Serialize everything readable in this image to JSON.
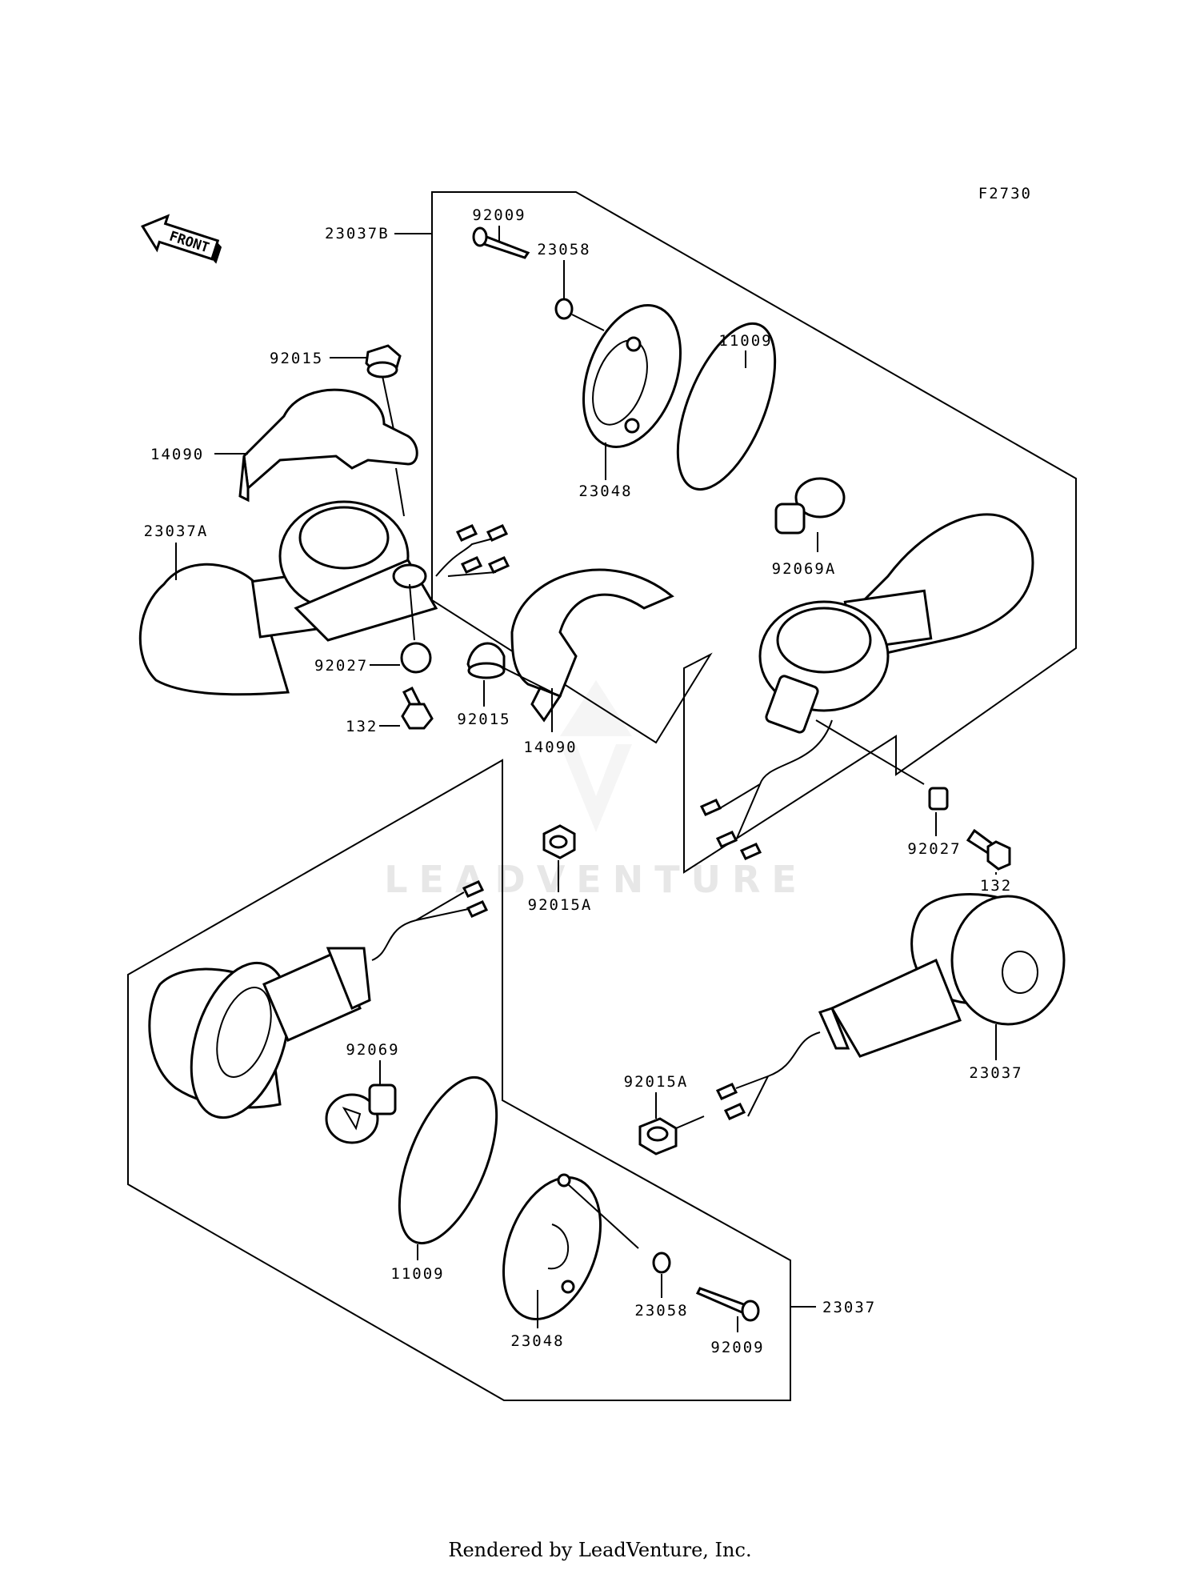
{
  "figure_code": "F2730",
  "front_label": "FRONT",
  "watermark": "LEADVENTURE",
  "footer": "Rendered by LeadVenture, Inc.",
  "parts": {
    "p92009_top": "92009",
    "p23058_top": "23058",
    "p23037B": "23037B",
    "p11009_top": "11009",
    "p92015_left": "92015",
    "p14090_left": "14090",
    "p23048_top": "23048",
    "p23037A": "23037A",
    "p92069A": "92069A",
    "p92027_left": "92027",
    "p92015_mid": "92015",
    "p132_left": "132",
    "p14090_mid": "14090",
    "p92027_right": "92027",
    "p132_right": "132",
    "p92015A_mid": "92015A",
    "p92069": "92069",
    "p23037_right": "23037",
    "p92015A_right": "92015A",
    "p11009_bottom": "11009",
    "p23058_bottom": "23058",
    "p23037_bottom": "23037",
    "p23048_bottom": "23048",
    "p92009_bottom": "92009"
  }
}
